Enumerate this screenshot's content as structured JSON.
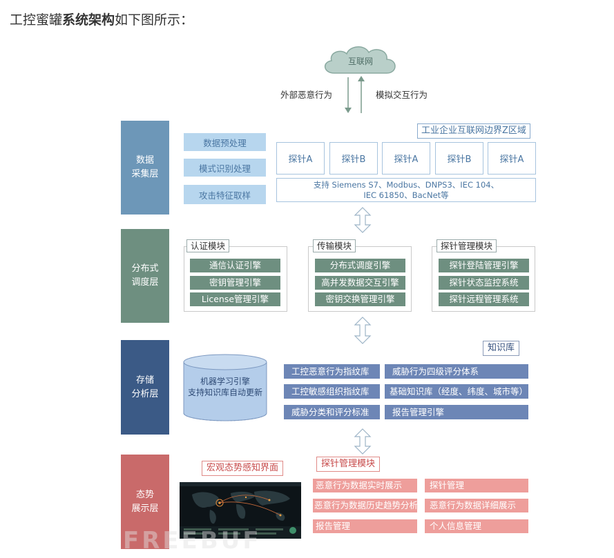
{
  "heading": {
    "prefix": "工控蜜罐",
    "bold": "系统架构",
    "suffix": "如下图所示："
  },
  "internet": "互联网",
  "arrows": {
    "outbound": "外部恶意行为",
    "inbound": "模拟交互行为"
  },
  "layers": {
    "collect": {
      "label": "数据\n采集层",
      "color": "#6d97b8"
    },
    "dispatch": {
      "label": "分布式\n调度层",
      "color": "#6e8f80"
    },
    "storage": {
      "label": "存储\n分析层",
      "color": "#3b5a86"
    },
    "display": {
      "label": "态势\n展示层",
      "color": "#c96a6a"
    }
  },
  "collect": {
    "steps": [
      "数据预处理",
      "模式识别处理",
      "攻击特征取样"
    ],
    "zone_title": "工业企业互联网边界Z区域",
    "probes": [
      "探针A",
      "探针B",
      "探针A",
      "探针B",
      "探针A"
    ],
    "protocols": "支持 Siemens S7、Modbus、DNPS3、IEC 104、\nIEC 61850、BacNet等"
  },
  "dispatch": {
    "auth": {
      "title": "认证模块",
      "items": [
        "通信认证引擎",
        "密钥管理引擎",
        "License管理引擎"
      ]
    },
    "transfer": {
      "title": "传输模块",
      "items": [
        "分布式调度引擎",
        "高并发数据交互引擎",
        "密钥交换管理引擎"
      ]
    },
    "probe_mgmt": {
      "title": "探针管理模块",
      "items": [
        "探针登陆管理引擎",
        "探针状态监控系统",
        "探针远程管理系统"
      ]
    }
  },
  "storage": {
    "db_text": "机器学习引擎\n支持知识库自动更新",
    "kb_title": "知识库",
    "kb_items": [
      "工控恶意行为指纹库",
      "威胁行为四级评分体系",
      "工控敏感组织指纹库",
      "基础知识库（经度、纬度、城市等）",
      "威胁分类和评分标准",
      "报告管理引擎"
    ]
  },
  "display": {
    "macro_title": "宏观态势感知界面",
    "probe_title": "探针管理模块",
    "items": [
      "恶意行为数据实时展示",
      "探针管理",
      "恶意行为数据历史趋势分析",
      "恶意行为数据详细展示",
      "报告管理",
      "个人信息管理"
    ]
  },
  "watermark": "FREEBUF"
}
